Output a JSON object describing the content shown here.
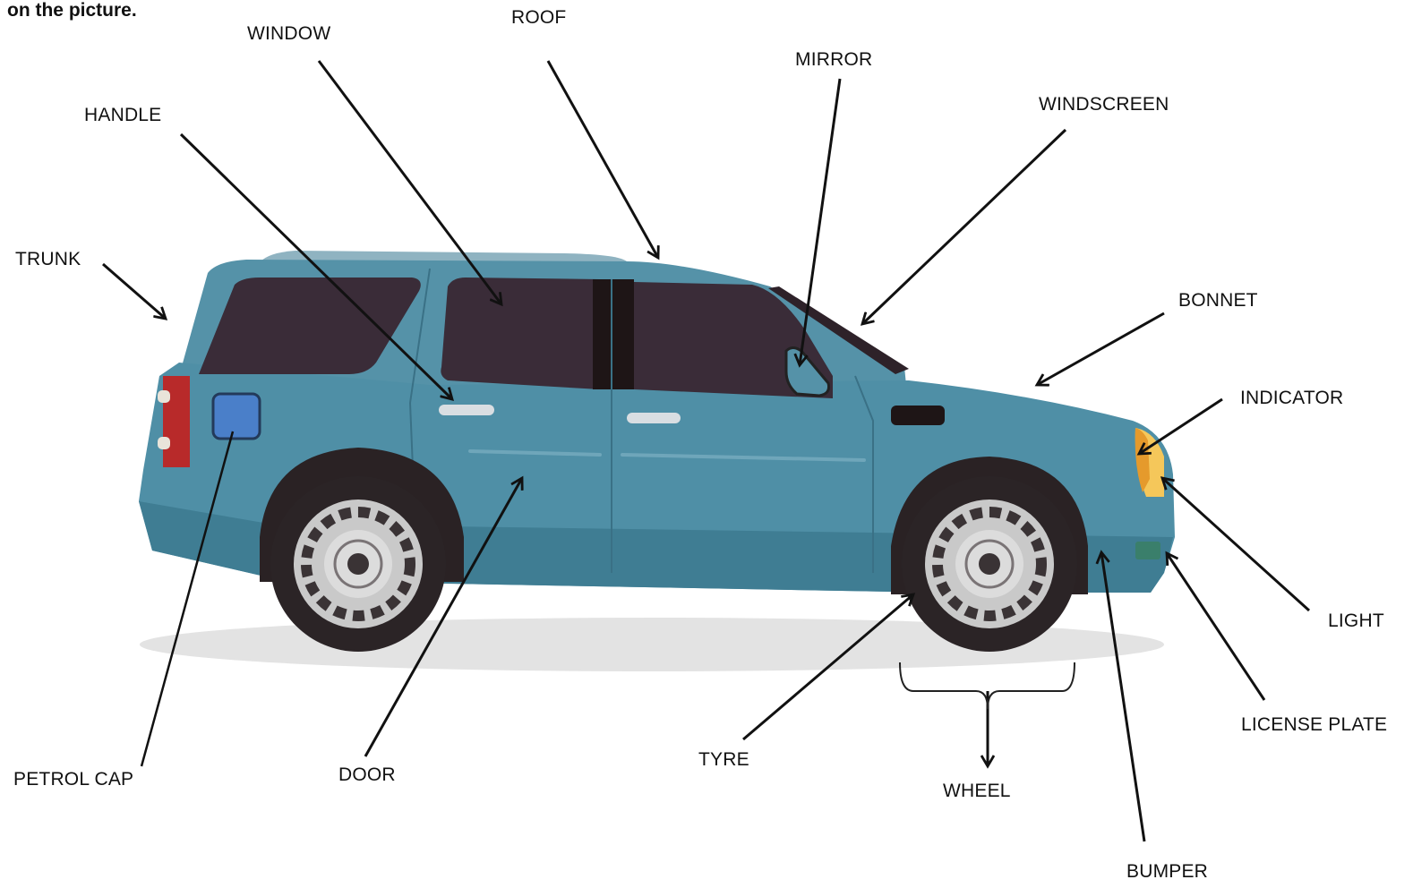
{
  "heading": "on the picture.",
  "labels": {
    "roof": "ROOF",
    "window": "WINDOW",
    "mirror": "MIRROR",
    "handle": "HANDLE",
    "windscreen": "WINDSCREEN",
    "trunk": "TRUNK",
    "bonnet": "BONNET",
    "indicator": "INDICATOR",
    "light": "LIGHT",
    "license_plate": "LICENSE PLATE",
    "petrol_cap": "PETROL CAP",
    "door": "DOOR",
    "tyre": "TYRE",
    "wheel": "WHEEL",
    "bumper": "BUMPER"
  },
  "colors": {
    "body": "#4f8fa6",
    "body_dark": "#3b7388",
    "glass": "#3a2c38",
    "tire": "#2b2426",
    "rim": "#c9c9c9",
    "petrol_cap": "#4a7fc9",
    "tail_light": "#b82a2a",
    "head_light": "#f5c75a",
    "shadow": "#e3e3e3",
    "arrow": "#111111"
  }
}
